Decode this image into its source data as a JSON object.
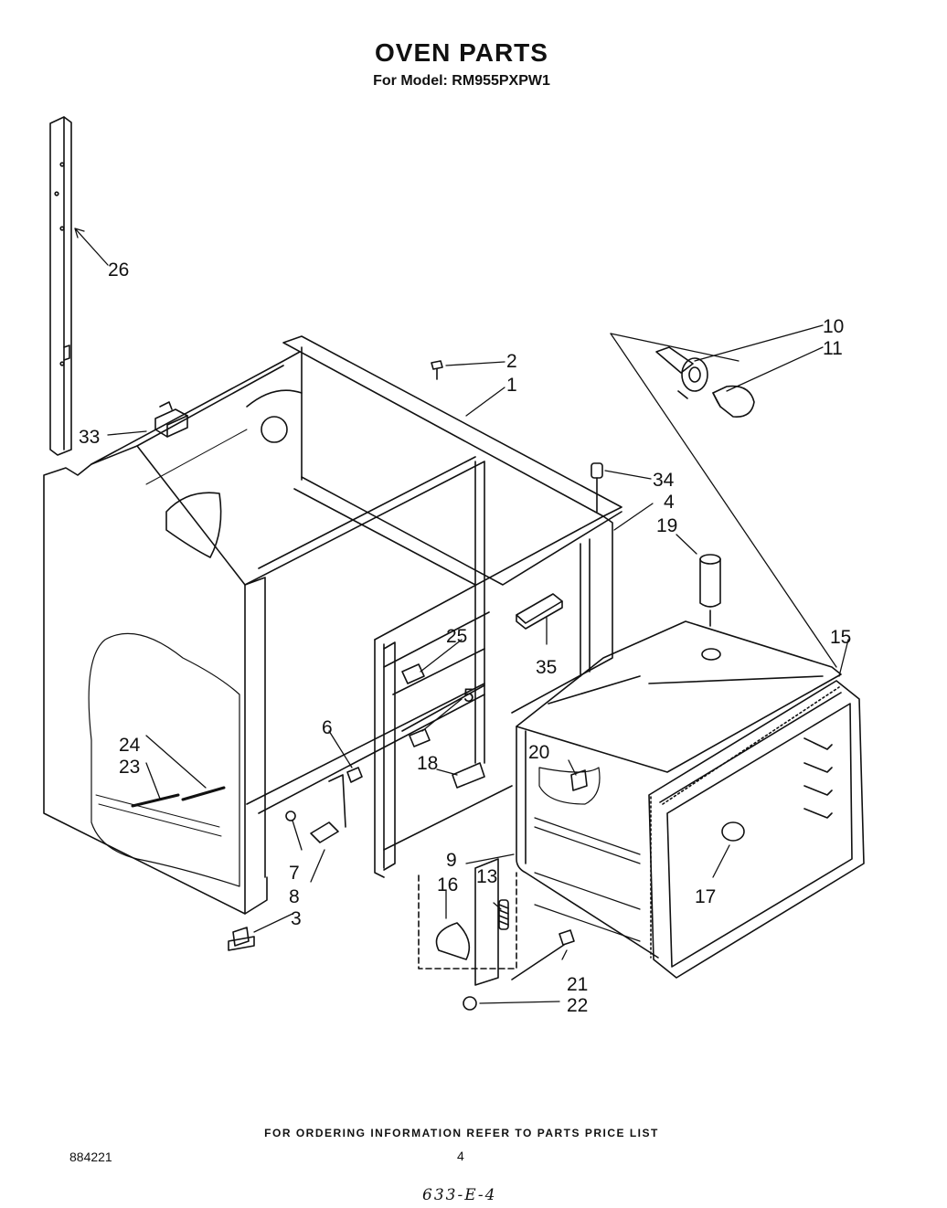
{
  "header": {
    "title": "OVEN PARTS",
    "model_line": "For Model: RM955PXPW1"
  },
  "callouts": {
    "p1": "1",
    "p2": "2",
    "p3": "3",
    "p4": "4",
    "p5": "5",
    "p6": "6",
    "p7": "7",
    "p8": "8",
    "p9": "9",
    "p10": "10",
    "p11": "11",
    "p13": "13",
    "p15": "15",
    "p16": "16",
    "p17": "17",
    "p18": "18",
    "p19": "19",
    "p20": "20",
    "p21": "21",
    "p22": "22",
    "p23": "23",
    "p24": "24",
    "p25": "25",
    "p26": "26",
    "p33": "33",
    "p34": "34",
    "p35": "35"
  },
  "footer": {
    "ordering_note": "FOR ORDERING INFORMATION REFER TO PARTS PRICE LIST",
    "document_number": "884221",
    "page_number": "4",
    "handwritten_code": "633-E-4"
  }
}
